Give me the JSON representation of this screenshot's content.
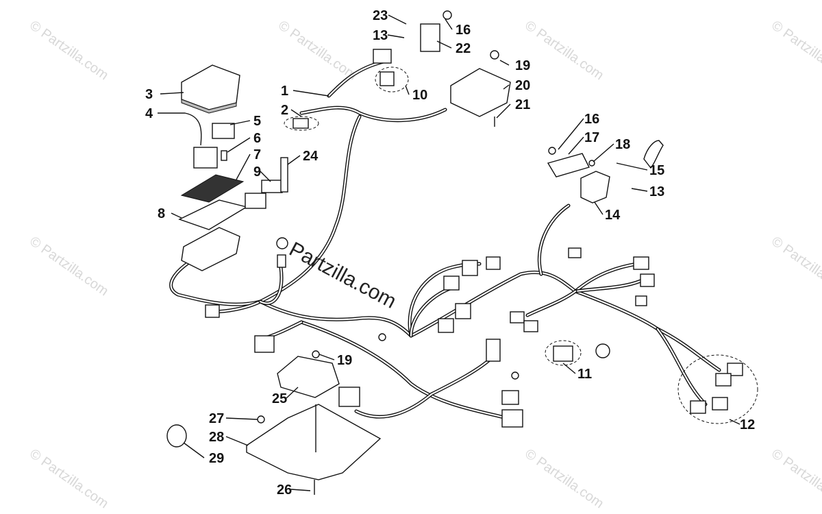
{
  "watermark": "© Partzilla.com",
  "brand_text": "Partzilla.com",
  "callouts": [
    "1",
    "2",
    "3",
    "4",
    "5",
    "6",
    "7",
    "8",
    "9",
    "10",
    "11",
    "12",
    "13",
    "13",
    "14",
    "15",
    "16",
    "16",
    "17",
    "18",
    "19",
    "19",
    "20",
    "21",
    "22",
    "23",
    "24",
    "25",
    "26",
    "27",
    "28",
    "29"
  ]
}
